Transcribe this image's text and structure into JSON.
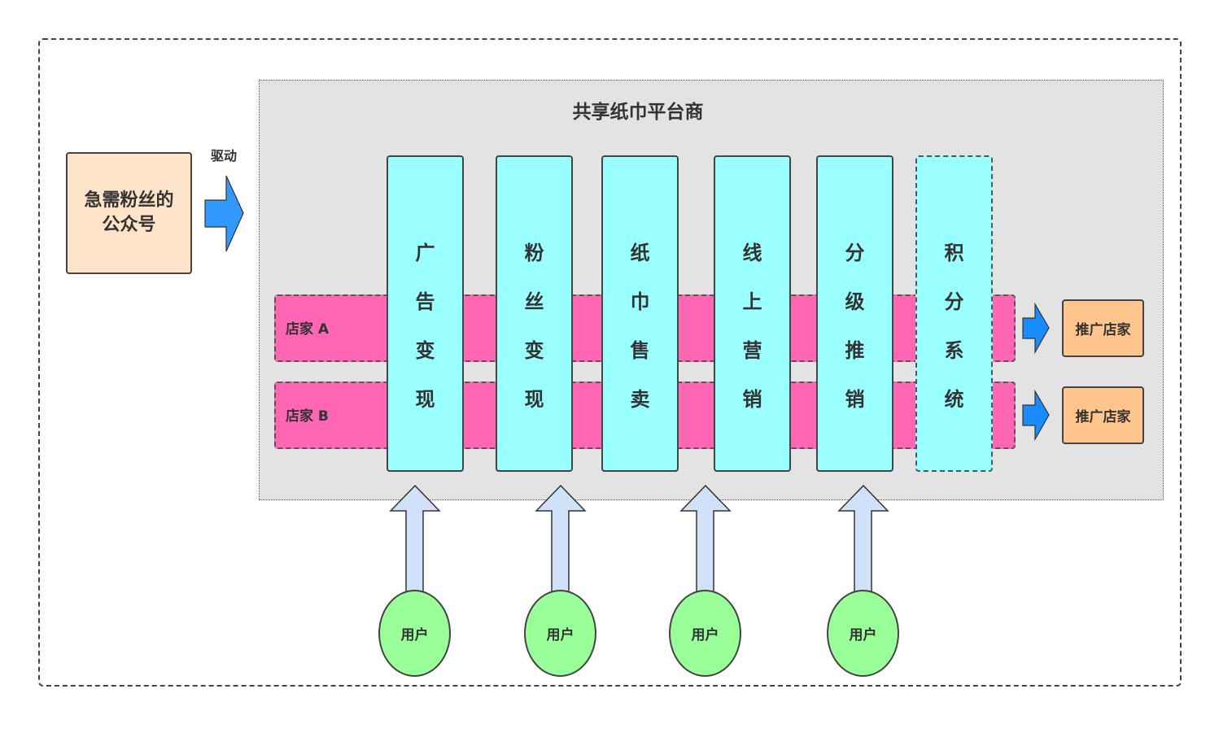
{
  "platform": {
    "title": "共享纸巾平台商"
  },
  "source": {
    "label": "急需粉丝的公众号"
  },
  "drive_label": "驱动",
  "merchants": [
    "店家 A",
    "店家 B"
  ],
  "columns": [
    {
      "label": "广告变现",
      "dashed": false
    },
    {
      "label": "粉丝变现",
      "dashed": false
    },
    {
      "label": "纸巾售卖",
      "dashed": false
    },
    {
      "label": "线上营销",
      "dashed": false
    },
    {
      "label": "分级推销",
      "dashed": false
    },
    {
      "label": "积分系统",
      "dashed": true
    }
  ],
  "promo_boxes": [
    "推广店家",
    "推广店家"
  ],
  "users": [
    "用户",
    "用户",
    "用户",
    "用户"
  ],
  "colors": {
    "column_fill": "#99ffff",
    "merchant_fill": "#ff66b3",
    "user_fill": "#99ff99",
    "source_fill": "#fde3c7",
    "promo_fill": "#ffc58d",
    "arrow_blue": "#1a8cff",
    "arrow_light": "#cfe2fa",
    "platform_fill": "#e3e3e3"
  }
}
